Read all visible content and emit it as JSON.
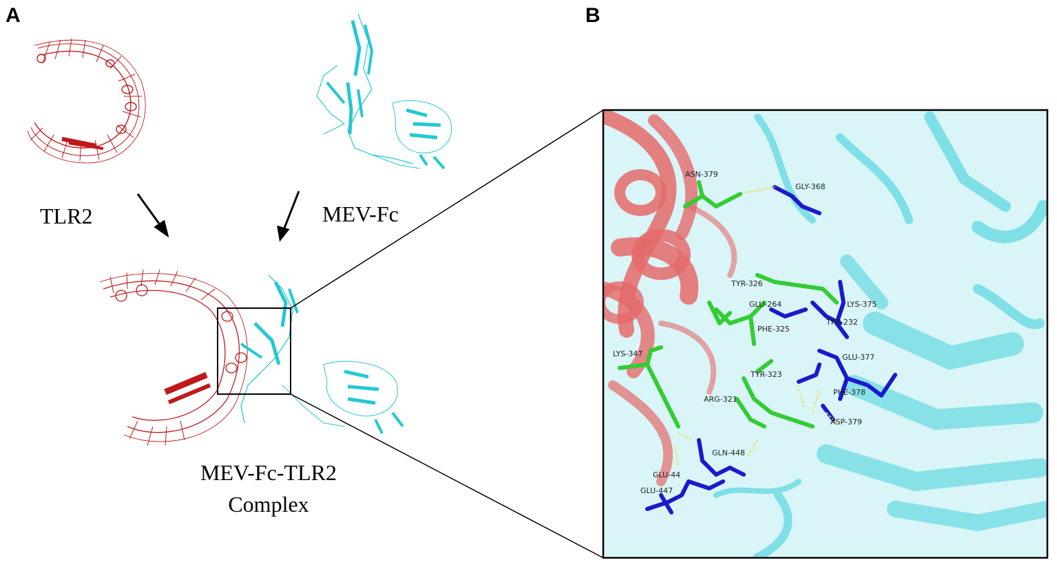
{
  "panels": {
    "a_label": "A",
    "b_label": "B"
  },
  "labels": {
    "tlr2": "TLR2",
    "mev_fc": "MEV-Fc",
    "complex_line1": "MEV-Fc-TLR2",
    "complex_line2": "Complex"
  },
  "residues": {
    "asn379": "ASN-379",
    "gly368": "GLY-368",
    "tyr326": "TYR-326",
    "glu264": "GLU-264",
    "lys375": "LYS-375",
    "trp232": "TRP-232",
    "phe325": "PHE-325",
    "lys347": "LYS-347",
    "glu377": "GLU-377",
    "tyr323": "TYR-323",
    "arg321": "ARG-321",
    "phe378": "PHE-378",
    "asp379": "ASP-379",
    "gln448": "GLN-448",
    "glu44x": "GLU-44",
    "glu447": "GLU-447"
  },
  "colors": {
    "tlr2": "#c0191b",
    "mev_fc": "#22c8d2",
    "ligand_green": "#33cc33",
    "receptor_blue": "#1a1acc",
    "hbond": "#f0e030",
    "zoom_bg_red": "#e46a6a",
    "zoom_bg_cyan": "#7fdfe6"
  }
}
